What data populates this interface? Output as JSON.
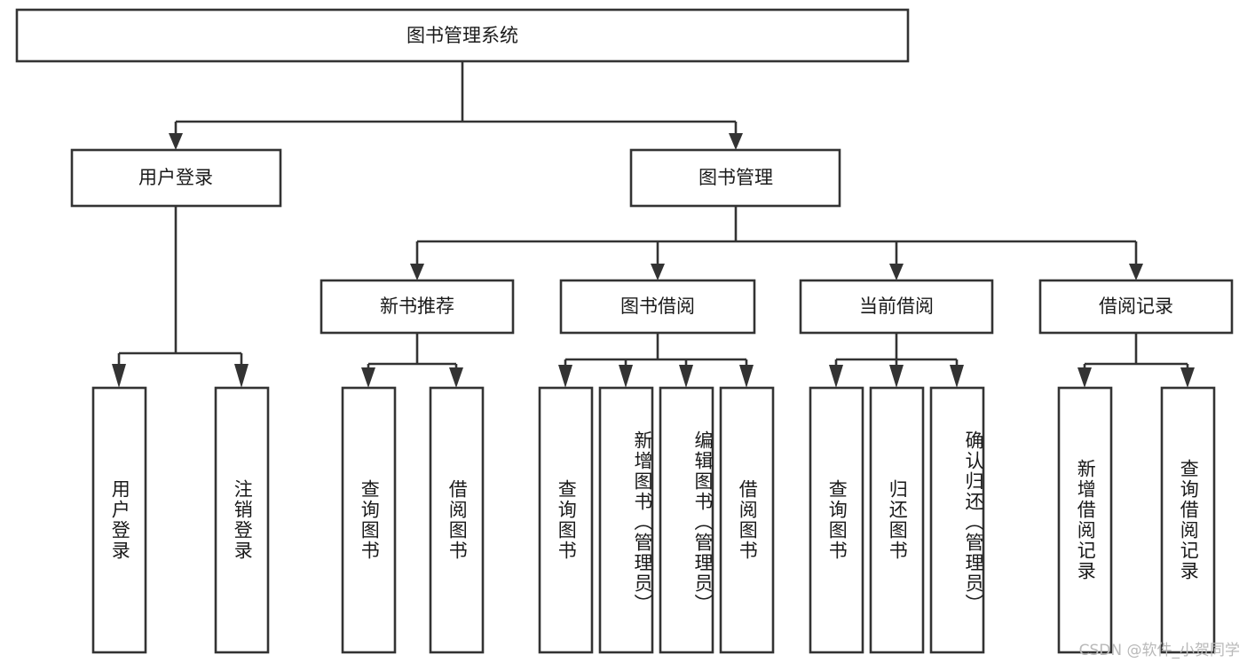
{
  "diagram": {
    "title": "图书管理系统",
    "type": "tree-hierarchy-diagram",
    "watermark": "CSDN @软件_小贺同学",
    "colors": {
      "stroke": "#333333",
      "fill": "#ffffff",
      "text": "#1a1a1a",
      "watermark": "#b9b9b9"
    },
    "levels": {
      "root": {
        "label": "图书管理系统"
      },
      "level1": [
        {
          "label": "用户登录"
        },
        {
          "label": "图书管理"
        }
      ],
      "level2": [
        {
          "label": "新书推荐"
        },
        {
          "label": "图书借阅"
        },
        {
          "label": "当前借阅"
        },
        {
          "label": "借阅记录"
        }
      ],
      "leaves": [
        {
          "label": "用户登录",
          "parent": "用户登录"
        },
        {
          "label": "注销登录",
          "parent": "用户登录"
        },
        {
          "label": "查询图书",
          "parent": "新书推荐"
        },
        {
          "label": "借阅图书",
          "parent": "新书推荐"
        },
        {
          "label": "查询图书",
          "parent": "图书借阅"
        },
        {
          "label": "新增图书（管理员）",
          "parent": "图书借阅"
        },
        {
          "label": "编辑图书（管理员）",
          "parent": "图书借阅"
        },
        {
          "label": "借阅图书",
          "parent": "图书借阅"
        },
        {
          "label": "查询图书",
          "parent": "当前借阅"
        },
        {
          "label": "归还图书",
          "parent": "当前借阅"
        },
        {
          "label": "确认归还（管理员）",
          "parent": "当前借阅"
        },
        {
          "label": "新增借阅记录",
          "parent": "借阅记录"
        },
        {
          "label": "查询借阅记录",
          "parent": "借阅记录"
        }
      ]
    }
  }
}
